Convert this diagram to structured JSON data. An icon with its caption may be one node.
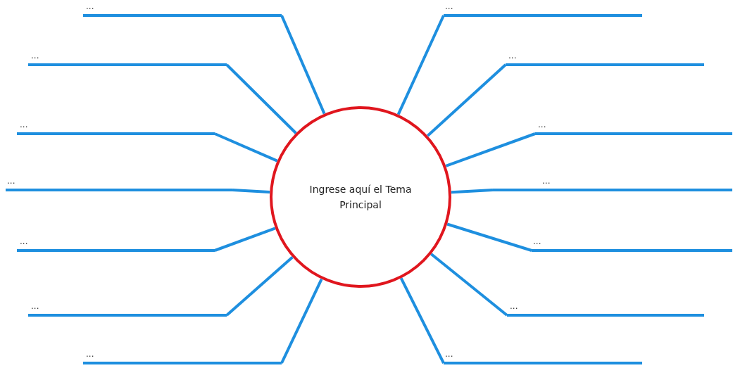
{
  "diagram": {
    "nodes": [
      {
        "text": [
          "Ingrese aquí el Tema Principal"
        ]
      },
      {
        "text": [
          "..."
        ]
      },
      {
        "text": [
          "..."
        ]
      },
      {
        "text": [
          "..."
        ]
      },
      {
        "text": [
          "..."
        ]
      },
      {
        "text": [
          "..."
        ]
      },
      {
        "text": [
          "..."
        ]
      },
      {
        "text": [
          "..."
        ]
      },
      {
        "text": [
          "..."
        ]
      },
      {
        "text": [
          "..."
        ]
      },
      {
        "text": [
          "..."
        ]
      },
      {
        "text": [
          "..."
        ]
      },
      {
        "text": [
          "..."
        ]
      },
      {
        "text": [
          "..."
        ]
      },
      {
        "text": [
          "..."
        ]
      }
    ],
    "edges": [
      {
        "from": 0,
        "to": 1,
        "arrow": "none"
      },
      {
        "from": 0,
        "to": 2,
        "arrow": "none"
      },
      {
        "from": 0,
        "to": 3,
        "arrow": "none"
      },
      {
        "from": 0,
        "to": 4,
        "arrow": "none"
      },
      {
        "from": 0,
        "to": 5,
        "arrow": "none"
      },
      {
        "from": 0,
        "to": 6,
        "arrow": "none"
      },
      {
        "from": 0,
        "to": 7,
        "arrow": "none"
      },
      {
        "from": 0,
        "to": 8,
        "arrow": "none"
      },
      {
        "from": 0,
        "to": 9,
        "arrow": "none"
      },
      {
        "from": 0,
        "to": 10,
        "arrow": "none"
      },
      {
        "from": 0,
        "to": 11,
        "arrow": "none"
      },
      {
        "from": 0,
        "to": 12,
        "arrow": "none"
      },
      {
        "from": 0,
        "to": 13,
        "arrow": "none"
      },
      {
        "from": 0,
        "to": 14,
        "arrow": "none"
      }
    ]
  }
}
